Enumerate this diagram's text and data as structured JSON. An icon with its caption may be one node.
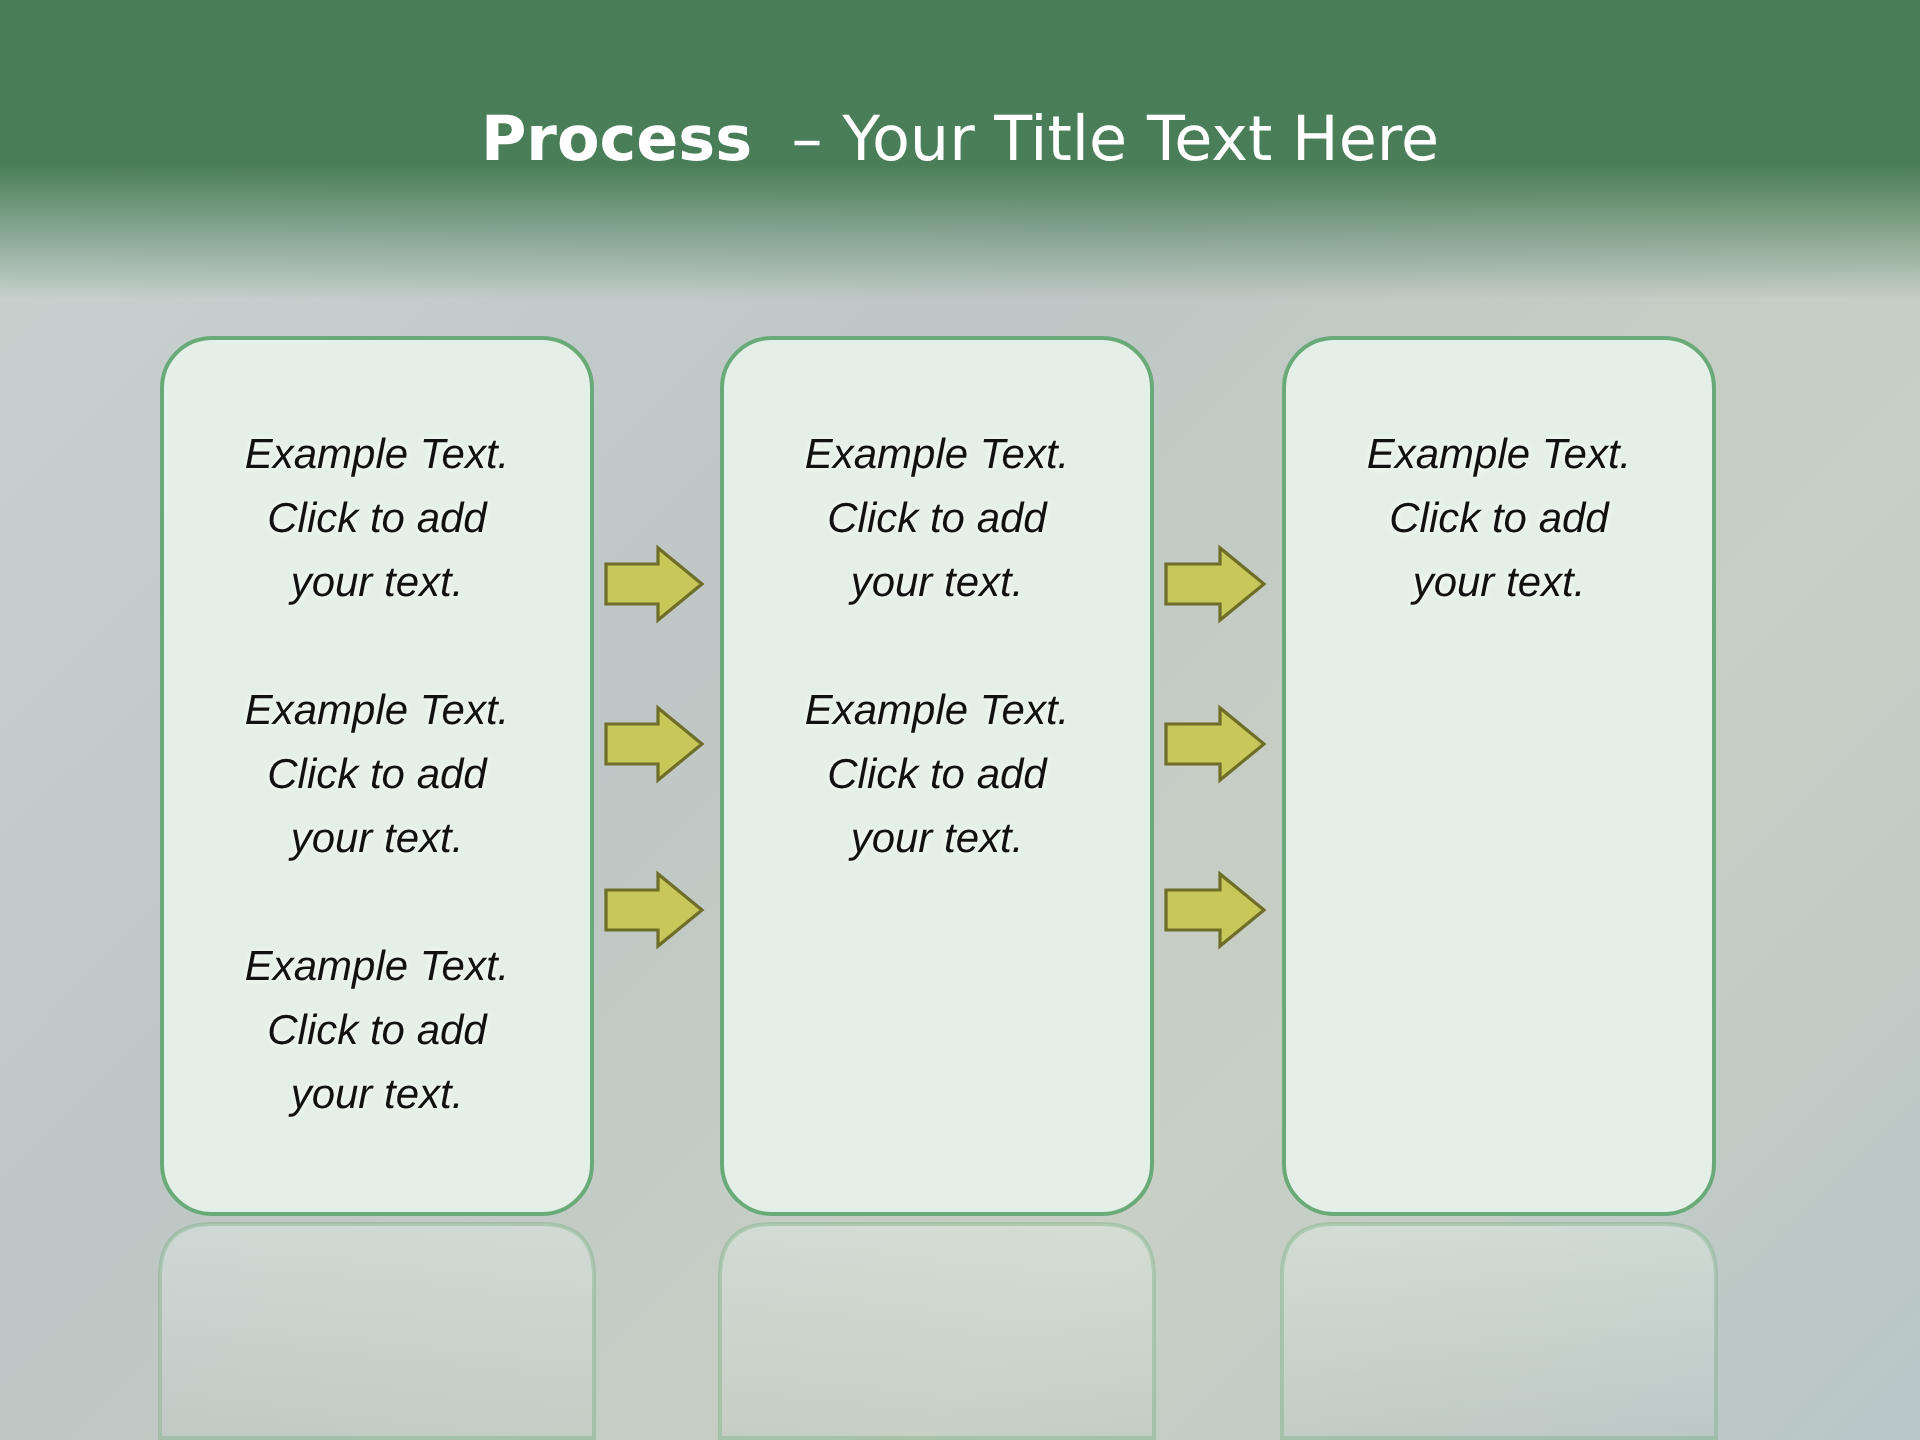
{
  "diagram": {
    "title": "**Process**  – Your Title Text Here",
    "nodes": [
      {
        "text": [
          "Example Text. Click to add your text.",
          "Example Text. Click to add your text.",
          "Example Text. Click to add your text."
        ]
      },
      {
        "text": [
          "Example Text. Click to add your text.",
          "Example Text. Click to add your text."
        ]
      },
      {
        "text": [
          "Example Text. Click to add your text."
        ]
      }
    ],
    "edges": [
      {
        "from": 0,
        "to": 1,
        "arrow": "to"
      },
      {
        "from": 0,
        "to": 1,
        "arrow": "to"
      },
      {
        "from": 0,
        "to": 1,
        "arrow": "to"
      },
      {
        "from": 1,
        "to": 2,
        "arrow": "to"
      },
      {
        "from": 1,
        "to": 2,
        "arrow": "to"
      },
      {
        "from": 1,
        "to": 2,
        "arrow": "to"
      }
    ]
  }
}
